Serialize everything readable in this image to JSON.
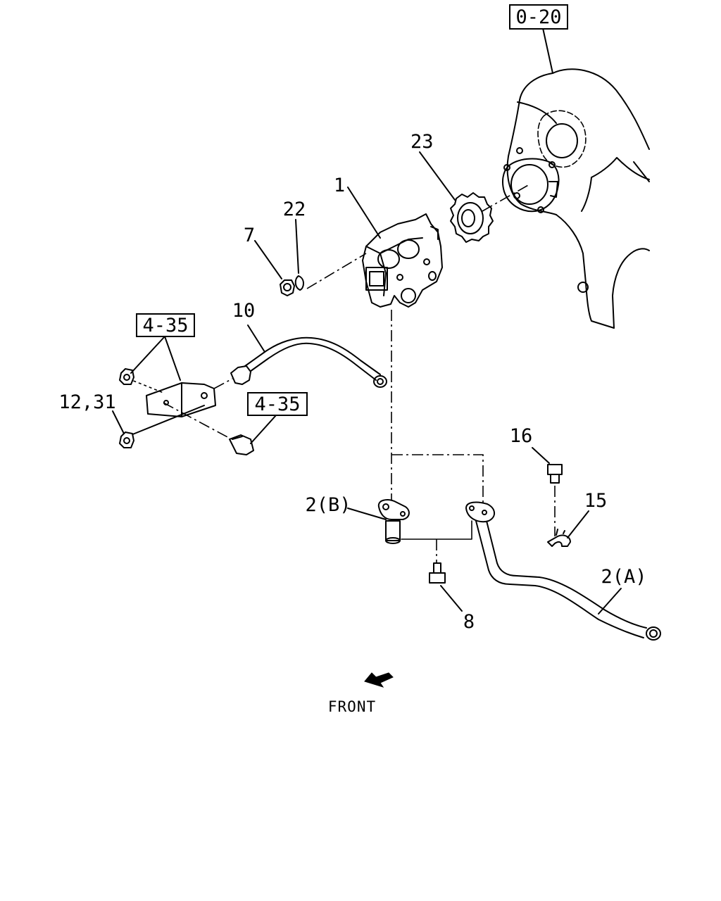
{
  "labels": {
    "part_1": "1",
    "part_7": "7",
    "part_22": "22",
    "part_23": "23",
    "part_10": "10",
    "part_12_31": "12,31",
    "part_16": "16",
    "part_15": "15",
    "part_2b": "2(B)",
    "part_2a": "2(A)",
    "part_8": "8"
  },
  "refs": {
    "ref_0_20": "0-20",
    "ref_4_35_top": "4-35",
    "ref_4_35_bottom": "4-35"
  },
  "front_label": "FRONT"
}
